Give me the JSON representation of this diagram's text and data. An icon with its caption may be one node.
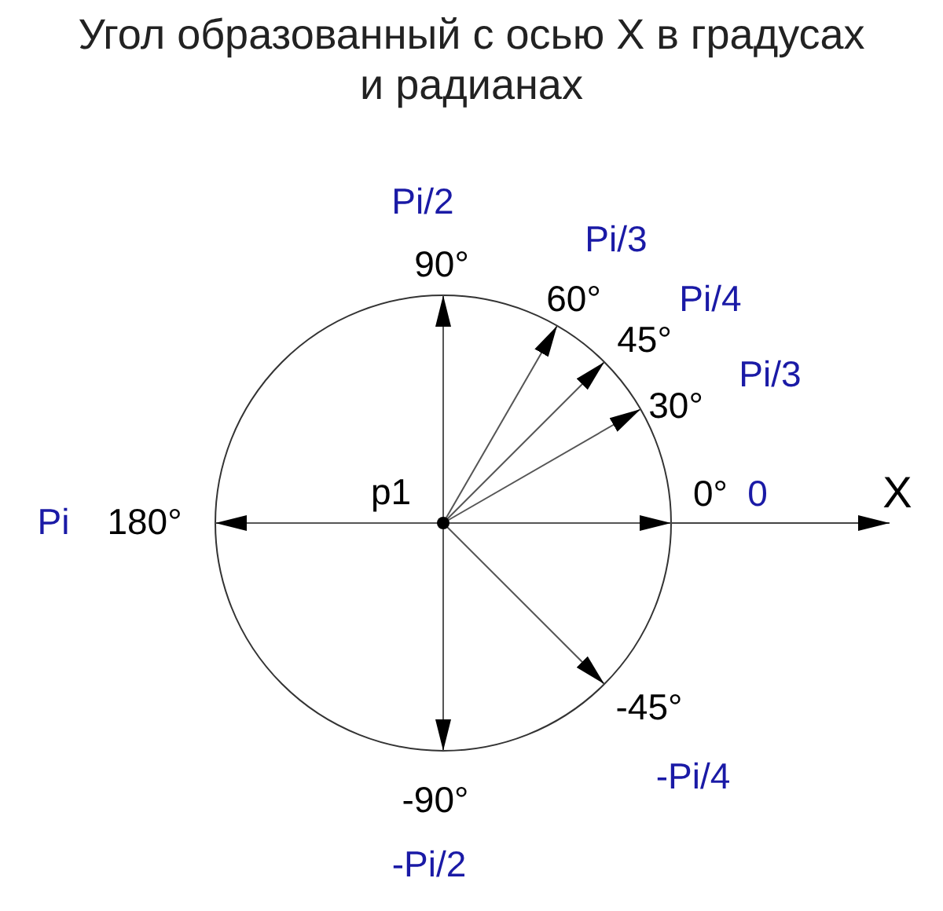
{
  "diagram": {
    "title": "Угол образованный с осью X в градусах и радианах",
    "nodes": [
      {
        "text": [
          "p1"
        ]
      },
      {
        "text": [
          "90°"
        ],
        "beside": [
          "Pi/2"
        ]
      },
      {
        "text": [
          "60°"
        ],
        "beside": [
          "Pi/3"
        ]
      },
      {
        "text": [
          "45°"
        ],
        "beside": [
          "Pi/4"
        ]
      },
      {
        "text": [
          "30°"
        ],
        "beside": [
          "Pi/3"
        ]
      },
      {
        "text": [
          "0°"
        ],
        "beside": [
          "0"
        ]
      },
      {
        "text": [
          "180°"
        ],
        "beside": [
          "Pi"
        ]
      },
      {
        "text": [
          "-45°"
        ],
        "beside": [
          "-Pi/4"
        ]
      },
      {
        "text": [
          "-90°"
        ],
        "beside": [
          "-Pi/2"
        ]
      }
    ],
    "edges": [
      {
        "from": 0,
        "to": 1,
        "arrow": "to"
      },
      {
        "from": 0,
        "to": 2,
        "arrow": "to"
      },
      {
        "from": 0,
        "to": 3,
        "arrow": "to"
      },
      {
        "from": 0,
        "to": 4,
        "arrow": "to"
      },
      {
        "from": 0,
        "to": 5,
        "arrow": "to"
      },
      {
        "from": 0,
        "to": 6,
        "arrow": "to"
      },
      {
        "from": 0,
        "to": 7,
        "arrow": "to"
      },
      {
        "from": 0,
        "to": 8,
        "arrow": "to"
      }
    ],
    "labels": [
      "X"
    ]
  }
}
